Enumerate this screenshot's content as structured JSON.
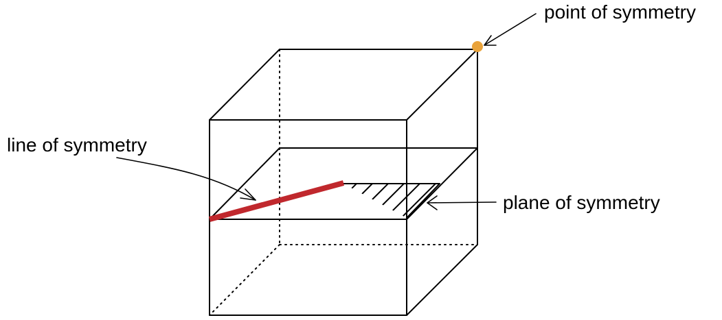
{
  "labels": {
    "point": "point of symmetry",
    "line": "line of symmetry",
    "plane": "plane of symmetry"
  },
  "colors": {
    "line_of_symmetry": "#c0282d",
    "point_of_symmetry": "#e9a33b",
    "edges": "#000000"
  }
}
